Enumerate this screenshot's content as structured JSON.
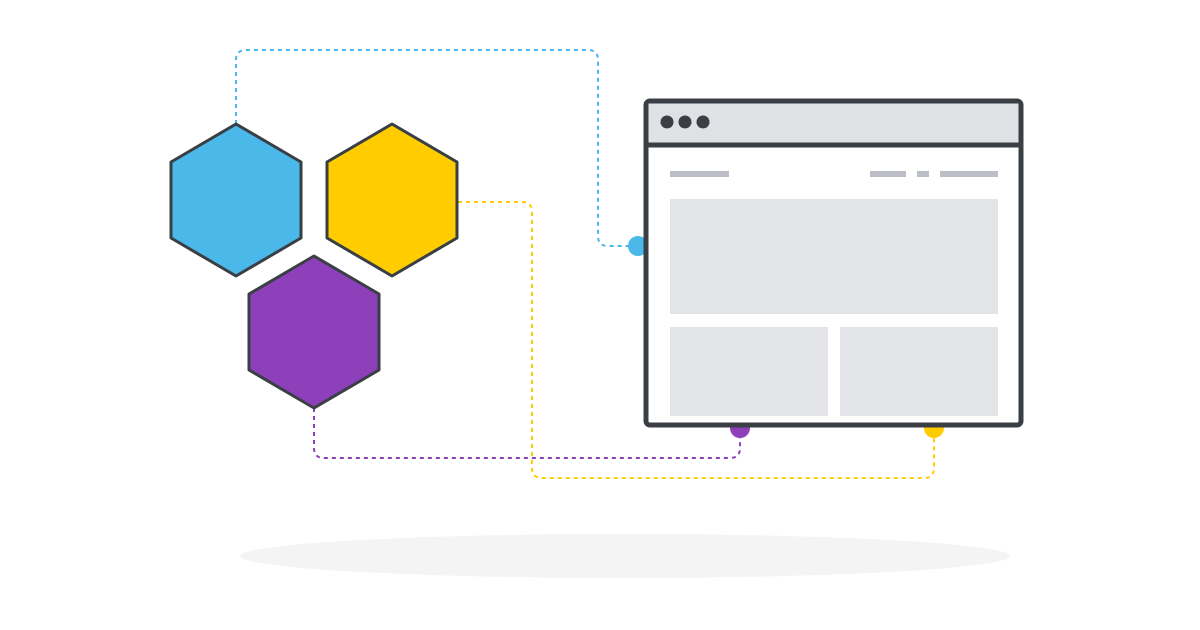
{
  "colors": {
    "blue": "#4AB8E8",
    "yellow": "#FFCC00",
    "purple": "#8E3FBA",
    "outline": "#3A3E45",
    "titlebar": "#DFE1E4",
    "placeholder": "#E2E4E7",
    "navbar": "#BCC0C6",
    "shadow": "#F4F4F5",
    "background": "#FFFFFF"
  },
  "modules": [
    {
      "name": "blue-module",
      "color_key": "blue",
      "connects_to": "browser-left-port"
    },
    {
      "name": "yellow-module",
      "color_key": "yellow",
      "connects_to": "browser-bottom-right-port"
    },
    {
      "name": "purple-module",
      "color_key": "purple",
      "connects_to": "browser-bottom-left-port"
    }
  ],
  "browser": {
    "window_dots": 3,
    "sections": [
      "nav-bar",
      "hero-block",
      "content-block-left",
      "content-block-right"
    ]
  }
}
